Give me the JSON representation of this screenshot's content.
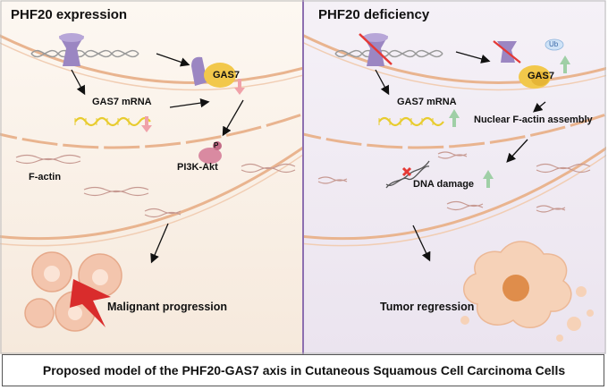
{
  "left_panel": {
    "title": "PHF20 expression",
    "gas7_mrna": "GAS7 mRNA",
    "gas7": "GAS7",
    "f_actin": "F-actin",
    "pi3k": "PI3K-Akt",
    "p_badge": "P",
    "outcome": "Malignant progression"
  },
  "right_panel": {
    "title": "PHF20 deficiency",
    "gas7_mrna": "GAS7 mRNA",
    "gas7": "GAS7",
    "ub": "Ub",
    "nuclear": "Nuclear F-actin assembly",
    "dna": "DNA damage",
    "outcome": "Tumor regression"
  },
  "caption": "Proposed model of the PHF20-GAS7 axis in Cutaneous Squamous Cell Carcinoma Cells",
  "colors": {
    "left_bg": "#fbf3ec",
    "right_bg": "#f1ecf4",
    "membrane": "#e9b48f",
    "phf20": "#9b86c2",
    "gas7": "#f2c84b",
    "mrna": "#e8cc2f",
    "down_arrow": "#f0a2a9",
    "up_arrow": "#9fcfa6",
    "block": "#e53935",
    "cell": "#f3c5ad",
    "nucleus": "#df8d4b"
  }
}
